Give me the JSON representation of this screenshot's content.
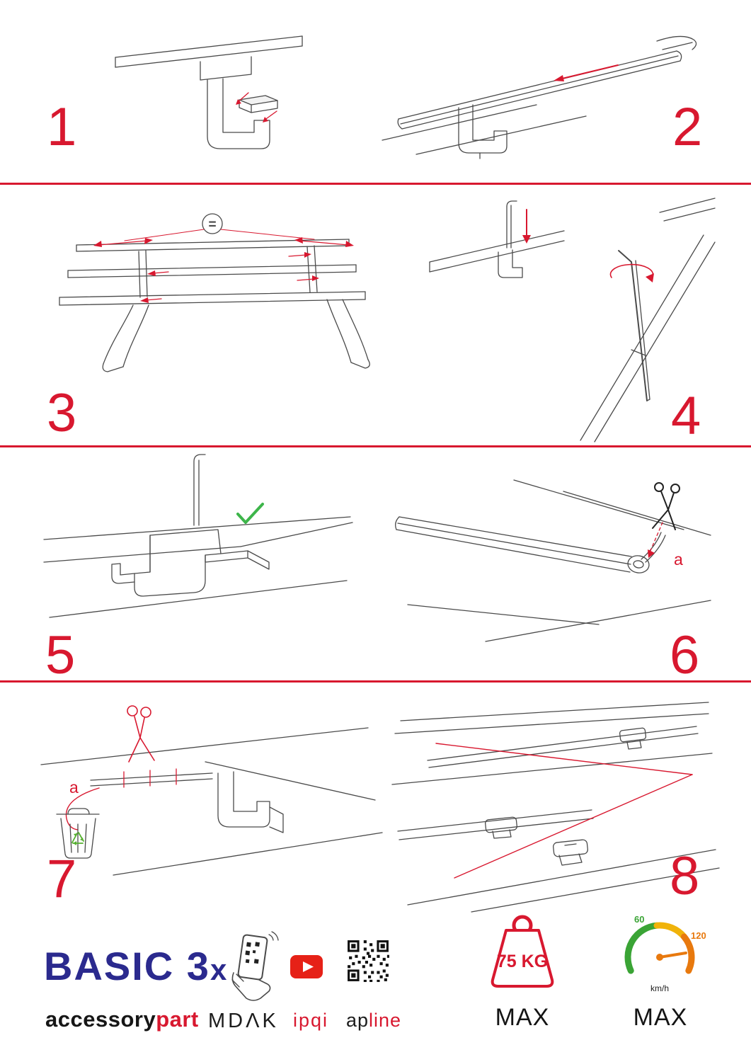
{
  "colors": {
    "accent": "#d8182f",
    "line_gray": "#4a4a4a",
    "logo_blue": "#2b2a8e",
    "check_green": "#3db54a",
    "recycle_green": "#56b030",
    "youtube_red": "#e62117",
    "gauge_green": "#3aa435",
    "gauge_yellow": "#f0b30a",
    "gauge_orange": "#e8790e"
  },
  "steps": [
    {
      "number": "1"
    },
    {
      "number": "2"
    },
    {
      "number": "3",
      "equal_sign": "="
    },
    {
      "number": "4"
    },
    {
      "number": "5"
    },
    {
      "number": "6",
      "label_a": "a"
    },
    {
      "number": "7",
      "label_a": "a"
    },
    {
      "number": "8"
    }
  ],
  "footer": {
    "logo": {
      "name": "BASIC 3",
      "multiplier": "x"
    },
    "wordmark": {
      "black": "accessory",
      "red": "part"
    },
    "mdak_label": "MDΛK",
    "ipqi_label": "ipqi",
    "apline": {
      "black": "ap",
      "red": "line"
    },
    "weight": {
      "value": "75 KG",
      "max_label": "MAX"
    },
    "speed": {
      "tick_low": "60",
      "tick_high": "120",
      "unit": "km/h",
      "max_label": "MAX"
    }
  }
}
